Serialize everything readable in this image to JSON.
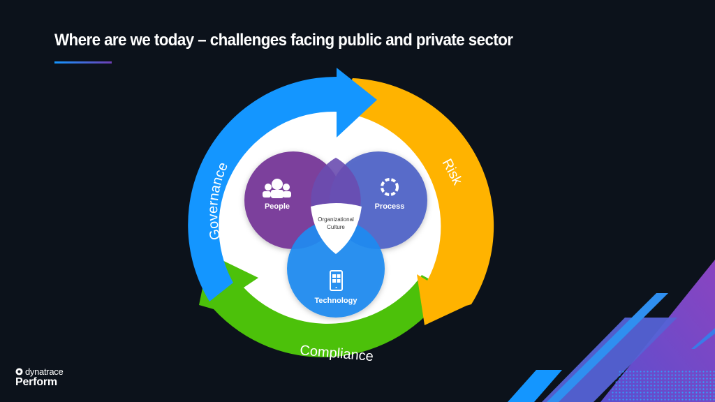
{
  "slide": {
    "title": "Where are we today – challenges facing public and private sector",
    "accent_gradient": [
      "#1496ff",
      "#6f3fb5"
    ],
    "background": "#0c121b"
  },
  "cycle": {
    "segments": [
      {
        "label": "Governance",
        "color": "#1496ff"
      },
      {
        "label": "Risk",
        "color": "#ffb300"
      },
      {
        "label": "Compliance",
        "color": "#4cc10a"
      }
    ]
  },
  "venn": {
    "circles": [
      {
        "label": "People",
        "icon": "people-group-icon",
        "color": "#7b3f9c"
      },
      {
        "label": "Process",
        "icon": "cycle-arrows-icon",
        "color": "#5468c8"
      },
      {
        "label": "Technology",
        "icon": "mobile-device-icon",
        "color": "#1e8bf0"
      }
    ],
    "center": {
      "line1": "Organizational",
      "line2": "Culture"
    }
  },
  "brand": {
    "company": "dynatrace",
    "event": "Perform"
  }
}
